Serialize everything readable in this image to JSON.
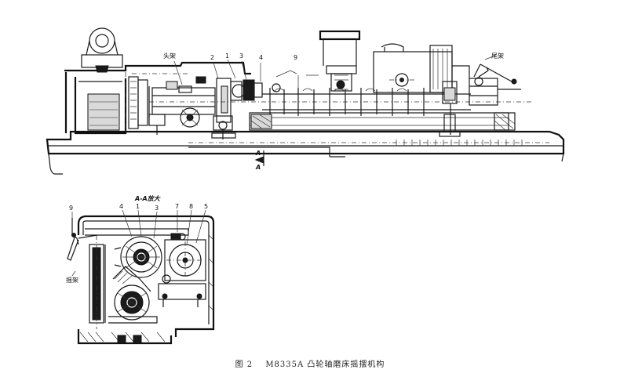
{
  "figure": {
    "caption_number": "图 2",
    "caption_title": "M8335A 凸轮轴磨床摇摆机构"
  },
  "main_view": {
    "labels": {
      "headstock": "头架",
      "tailstock": "尾架",
      "part_1": "1",
      "part_2": "2",
      "part_3": "3",
      "part_4": "4",
      "part_9": "9",
      "section_marker_top": "A",
      "section_marker_bottom": "A"
    }
  },
  "section_view": {
    "title": "A-A放大",
    "labels": {
      "part_1": "1",
      "part_3": "3",
      "part_4": "4",
      "part_5": "5",
      "part_7": "7",
      "part_8": "8",
      "part_9": "9",
      "swing_frame": "摇架"
    }
  }
}
